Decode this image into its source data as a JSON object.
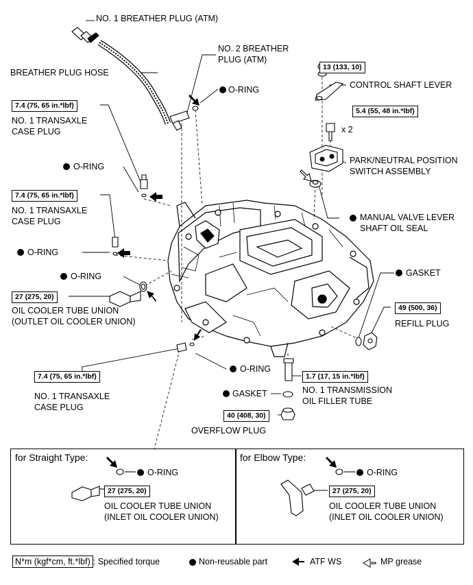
{
  "labels": {
    "breather_plug_1": "NO. 1 BREATHER PLUG (ATM)",
    "breather_plug_2_l1": "NO. 2 BREATHER",
    "breather_plug_2_l2": "PLUG (ATM)",
    "breather_hose": "BREATHER PLUG HOSE",
    "oring": "O-RING",
    "control_shaft_lever": "CONTROL SHAFT LEVER",
    "x2": "x 2",
    "park_switch_l1": "PARK/NEUTRAL POSITION",
    "park_switch_l2": "SWITCH ASSEMBLY",
    "manual_seal_l1": "MANUAL VALVE LEVER",
    "manual_seal_l2": "SHAFT OIL SEAL",
    "case_plug_l1": "NO. 1 TRANSAXLE",
    "case_plug_l2": "CASE PLUG",
    "oil_cooler_l1": "OIL COOLER TUBE UNION",
    "oil_cooler_outlet_l2": "(OUTLET OIL COOLER UNION)",
    "oil_cooler_inlet_l2": "(INLET OIL COOLER UNION)",
    "gasket": "GASKET",
    "refill_plug": "REFILL PLUG",
    "filler_tube_l1": "NO. 1 TRANSMISSION",
    "filler_tube_l2": "OIL FILLER TUBE",
    "overflow_plug": "OVERFLOW PLUG"
  },
  "torques": {
    "t13": "13 (133, 10)",
    "t54": "5.4 (55, 48 in.*lbf)",
    "t74": "7.4 (75, 65 in.*lbf)",
    "t27": "27 (275, 20)",
    "t49": "49 (500, 36)",
    "t17": "1.7 (17, 15 in.*lbf)",
    "t40": "40 (408, 30)"
  },
  "panels": {
    "straight_title": "for Straight Type:",
    "elbow_title": "for Elbow Type:"
  },
  "legend": {
    "torque_box": "N*m (kgf*cm, ft.*lbf)",
    "torque_text": ": Specified torque",
    "nonreusable": "Non-reusable part",
    "atf": "ATF WS",
    "grease": "MP grease"
  }
}
